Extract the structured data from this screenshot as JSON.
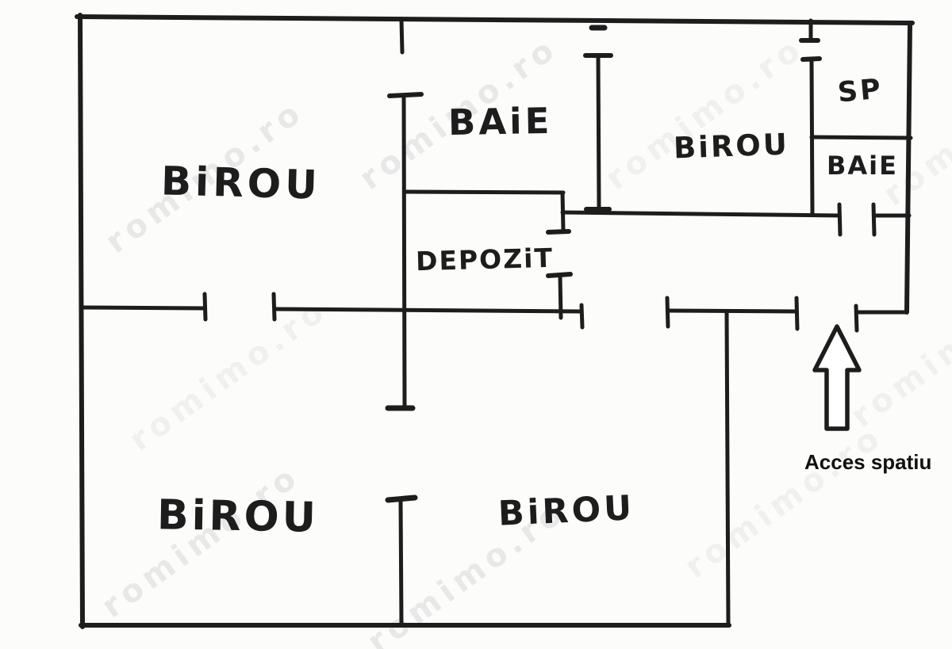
{
  "floorplan": {
    "colors": {
      "ink": "#1d1d1d",
      "watermark": "#d9d9d9",
      "paper": "#fcfcfb"
    },
    "watermark": {
      "text": "romimo.ro"
    },
    "rooms": [
      {
        "name": "birou-top-left",
        "label": "BiROU"
      },
      {
        "name": "baie-top-center",
        "label": "BAiE"
      },
      {
        "name": "birou-top-right",
        "label": "BiROU"
      },
      {
        "name": "sp",
        "label": "SP"
      },
      {
        "name": "baie-right",
        "label": "BAiE"
      },
      {
        "name": "depozit",
        "label": "DEPOZiT"
      },
      {
        "name": "birou-bottom-left",
        "label": "BiROU"
      },
      {
        "name": "birou-bottom-center",
        "label": "BiROU"
      }
    ],
    "access": {
      "label": "Acces spatiu",
      "arrow_icon": "up-arrow"
    }
  }
}
